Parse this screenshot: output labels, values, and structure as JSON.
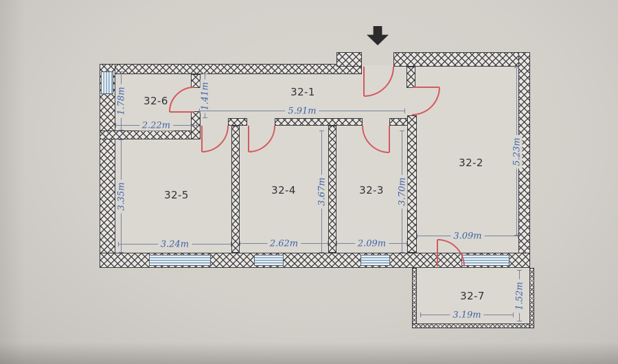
{
  "drawing": {
    "kind": "apartment floor plan"
  },
  "colors": {
    "wall_line": "#38383d",
    "door_swing": "#d4595e",
    "window_glass": "#7aa3c6",
    "dimension_text": "#3e63a7",
    "room_label_text": "#303034",
    "paper": "#d3d0ca"
  },
  "rooms": {
    "hall": {
      "label": "32-1",
      "length": "5.91m",
      "width": "1.41m"
    },
    "room2": {
      "label": "32-2",
      "height": "5.23m",
      "width": "3.09m"
    },
    "room3": {
      "label": "32-3",
      "height": "3.70m",
      "width": "2.09m"
    },
    "room4": {
      "label": "32-4",
      "height": "3.67m",
      "width": "2.62m"
    },
    "room5": {
      "label": "32-5",
      "height": "3.35m",
      "width": "3.24m"
    },
    "room6": {
      "label": "32-6",
      "height": "1.78m",
      "width": "2.22m"
    },
    "balcony": {
      "label": "32-7",
      "height": "1.52m",
      "width": "3.19m"
    }
  },
  "icons": {
    "entrance_arrow": "down-arrow"
  }
}
